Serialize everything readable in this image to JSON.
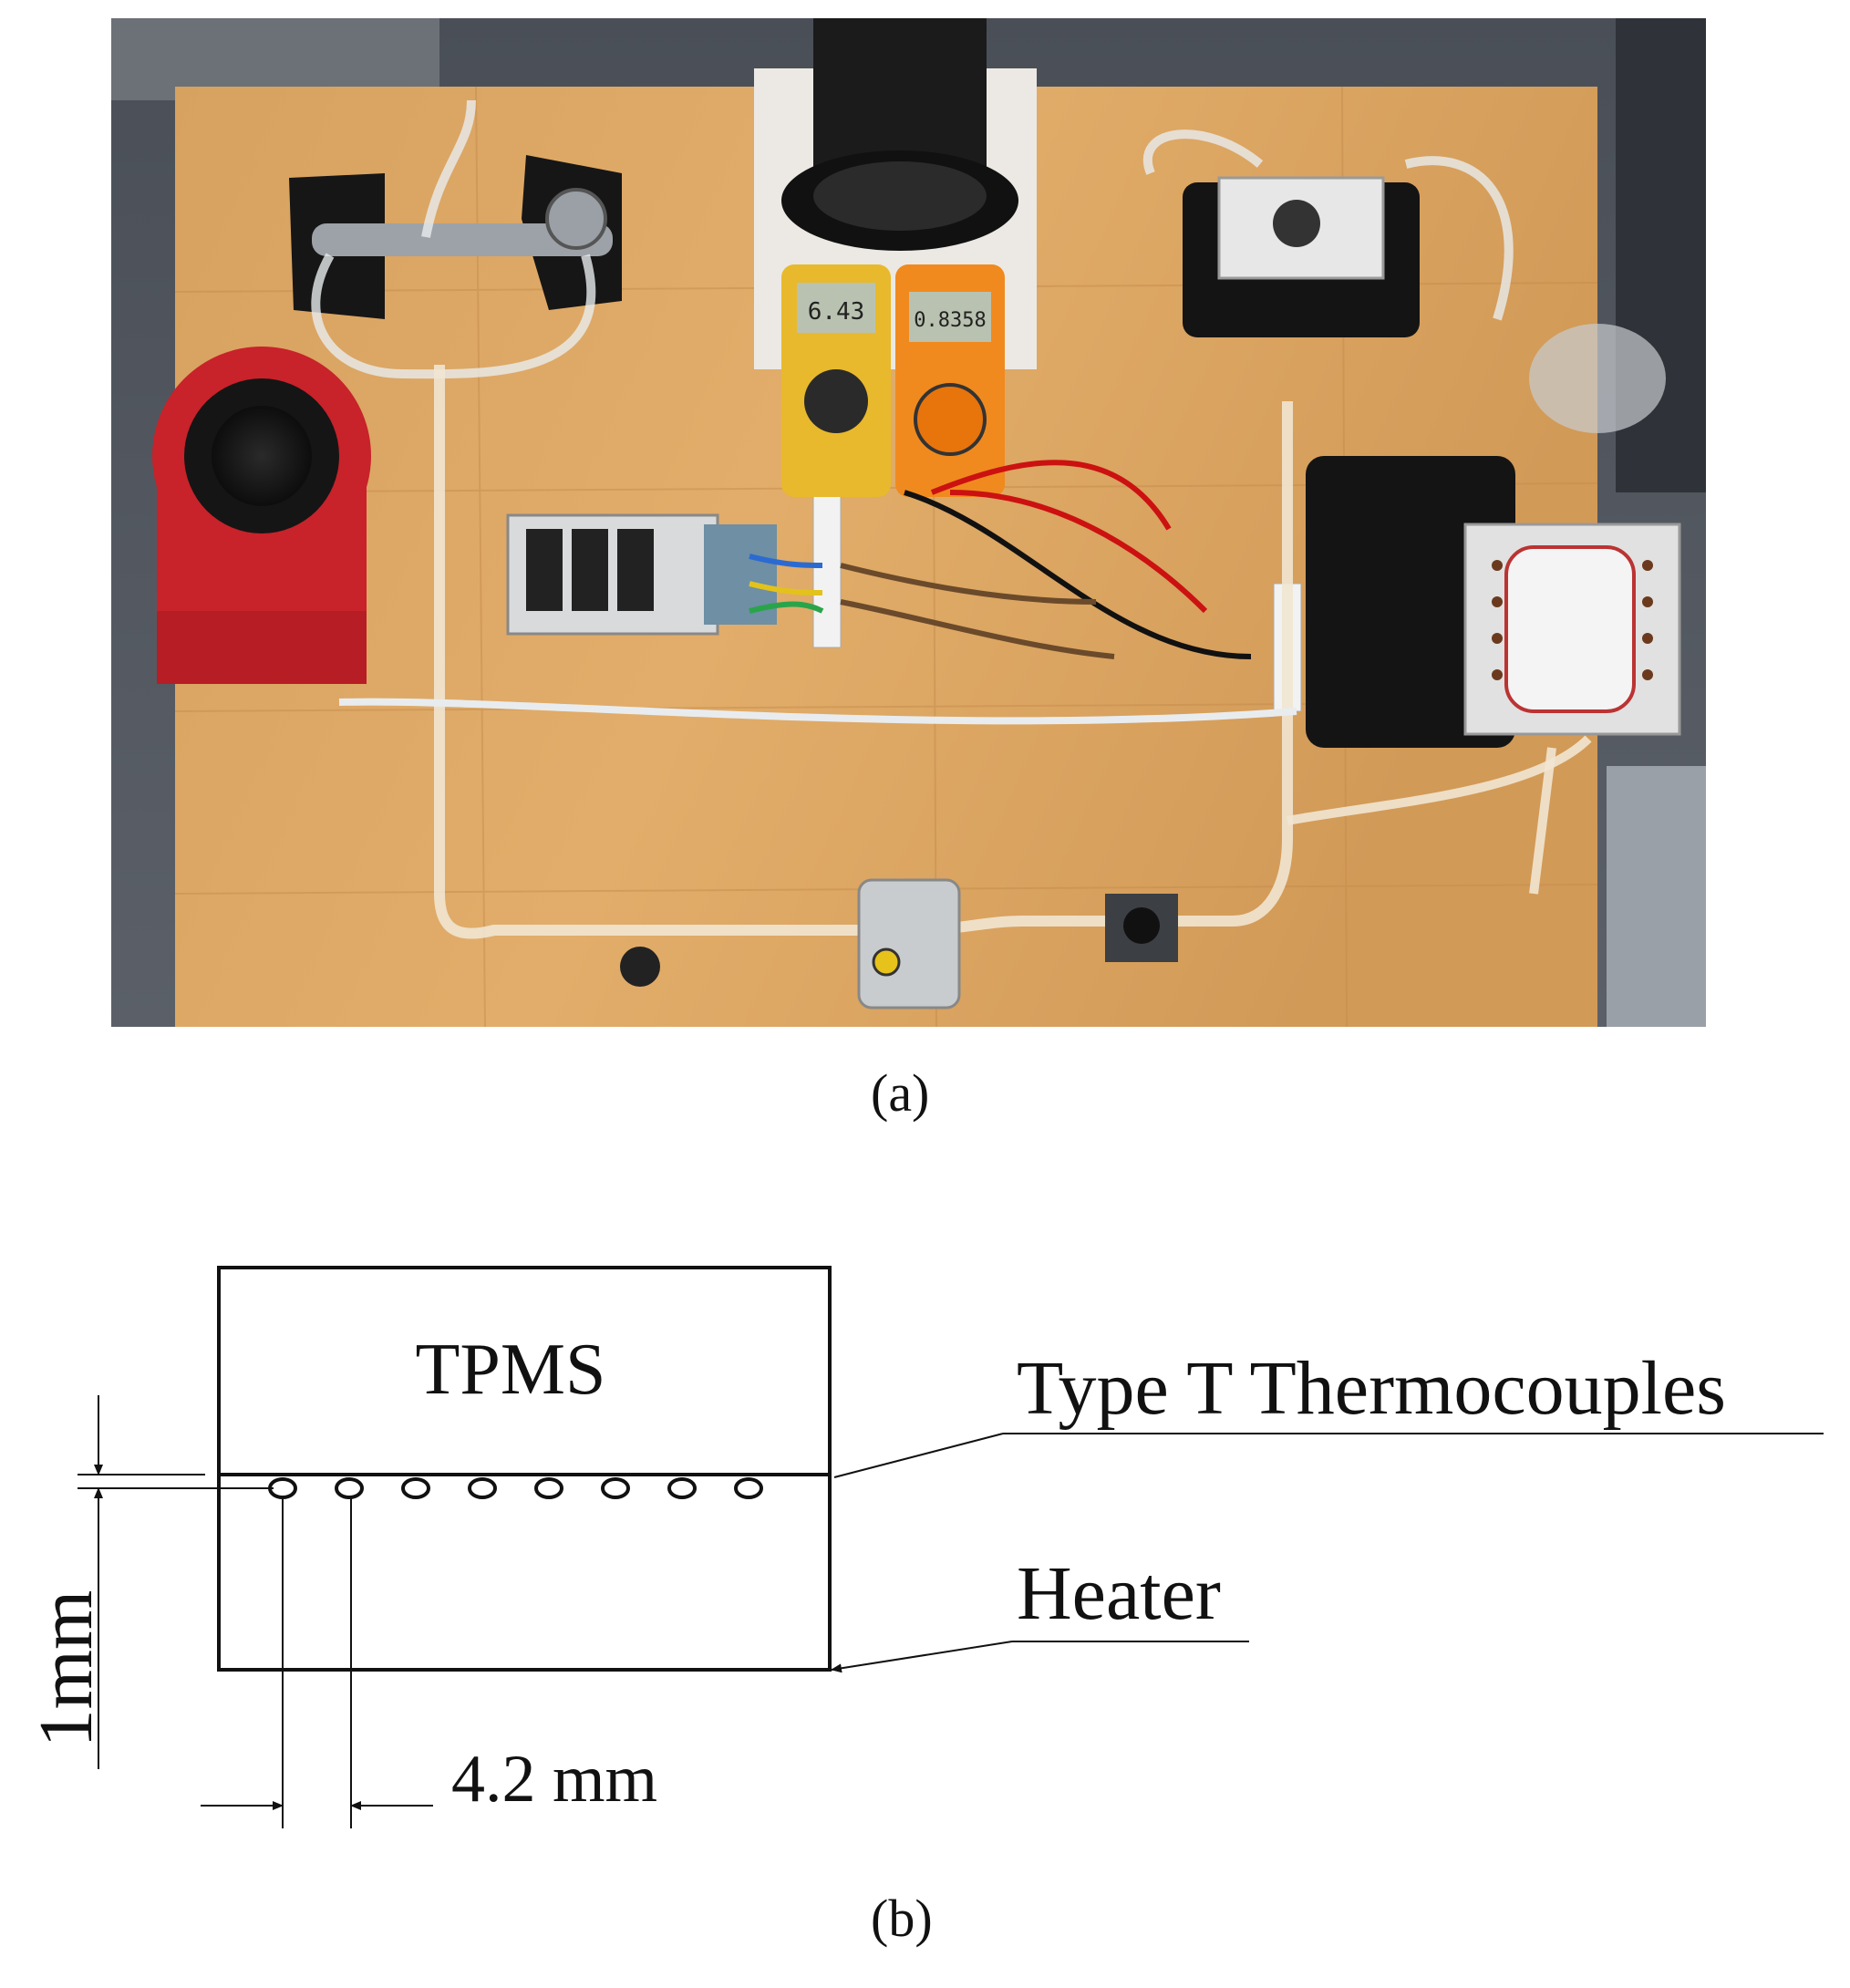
{
  "panel_a": {
    "caption": "(a)",
    "multimeter_left_reading": "6.43",
    "multimeter_right_reading": "0.8358"
  },
  "panel_b": {
    "caption": "(b)",
    "tpms_label": "TPMS",
    "thermocouples_label": "Type T Thermocouples",
    "heater_label": "Heater",
    "vertical_dimension": "1mm",
    "horizontal_dimension": "4.2 mm",
    "thermocouple_count": 8
  }
}
